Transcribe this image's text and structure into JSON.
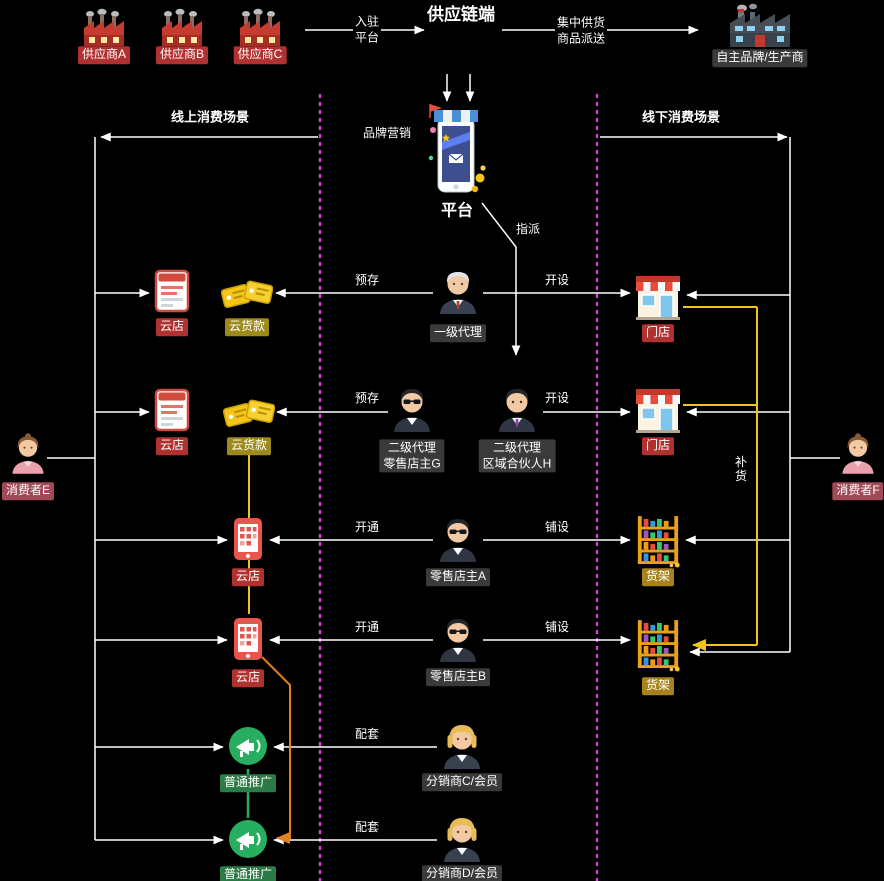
{
  "header": {
    "title": "供应链端",
    "join_line1": "入驻",
    "join_line2": "平台",
    "supply_line1": "集中供货",
    "supply_line2": "商品派送",
    "brand_marketing": "品牌营销",
    "platform": "平台",
    "online_scene": "线上消费场景",
    "offline_scene": "线下消费场景",
    "assign": "指派"
  },
  "suppliers": [
    {
      "label": "供应商A"
    },
    {
      "label": "供应商B"
    },
    {
      "label": "供应商C"
    }
  ],
  "manufacturer": {
    "label": "自主品牌/生产商"
  },
  "consumers": {
    "e": "消费者E",
    "f": "消费者F"
  },
  "edge_labels": {
    "predeposit": "预存",
    "open_store": "开设",
    "activate": "开通",
    "deploy": "铺设",
    "support": "配套",
    "restock": "补货"
  },
  "nodes": {
    "cloud_store": "云店",
    "cloud_payment": "云货款",
    "level1_agent": "一级代理",
    "level2_agent": "二级代理",
    "retail_owner_g": "零售店主G",
    "regional_partner_h": "区域合伙人H",
    "store": "门店",
    "shelf": "货架",
    "retail_owner_a": "零售店主A",
    "retail_owner_b": "零售店主B",
    "promotion": "普通推广",
    "distributor_c": "分销商C/会员",
    "distributor_d": "分销商D/会员"
  },
  "colors": {
    "background": "#000000",
    "line": "#ffffff",
    "divider": "#d340d3",
    "restock_line": "#f0c419",
    "promo_link": "#e67e22",
    "promo_chain": "#27ae60"
  }
}
